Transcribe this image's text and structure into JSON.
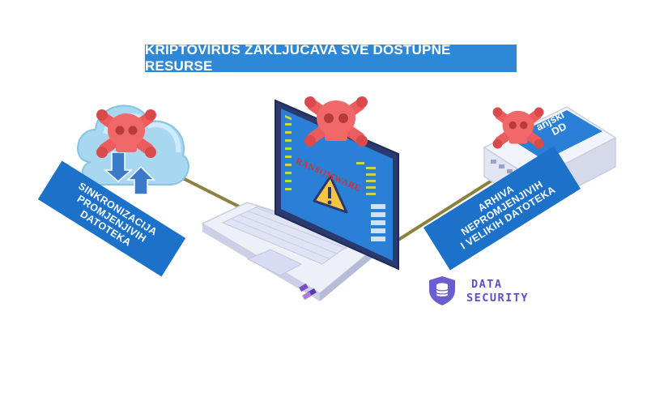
{
  "title": "KRIPTOVIRUS ZAKLJUČAVA SVE DOSTUPNE RESURSE",
  "labels": {
    "sync": [
      "SINKRONIZACIJA",
      "PROMJENJIVIH",
      "DATOTEKA"
    ],
    "archive": [
      "ARHIVA",
      "NEPROMJENJIVIH",
      "I VELIKIH DATOTEKA"
    ],
    "ransomware": "RANSOMWARE",
    "external_disk": [
      "anjski",
      "DD"
    ]
  },
  "logo": {
    "line1": "DATA",
    "line2": "SECURITY"
  },
  "colors": {
    "banner": "#2e88d8",
    "label": "#1b72c8",
    "skull": "#ec5c5c",
    "logo": "#5b4fc4",
    "cable": "#8c8240"
  },
  "icons": [
    "cloud-icon",
    "laptop-icon",
    "external-drive-icon",
    "skull-crossbones-icon",
    "warning-icon",
    "shield-icon"
  ]
}
